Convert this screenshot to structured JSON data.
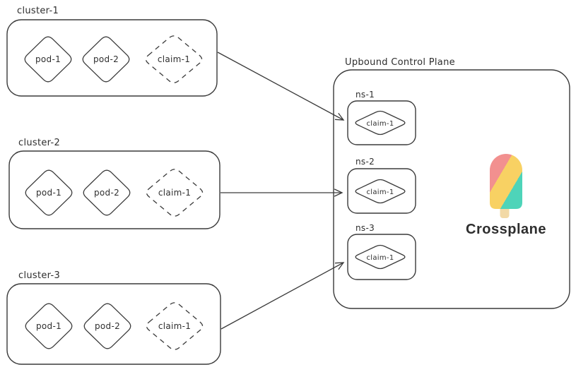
{
  "clusters": [
    {
      "label": "cluster-1",
      "pod1": "pod-1",
      "pod2": "pod-2",
      "claim": "claim-1"
    },
    {
      "label": "cluster-2",
      "pod1": "pod-1",
      "pod2": "pod-2",
      "claim": "claim-1"
    },
    {
      "label": "cluster-3",
      "pod1": "pod-1",
      "pod2": "pod-2",
      "claim": "claim-1"
    }
  ],
  "control_plane": {
    "label": "Upbound Control Plane",
    "namespaces": [
      {
        "label": "ns-1",
        "claim": "claim-1"
      },
      {
        "label": "ns-2",
        "claim": "claim-1"
      },
      {
        "label": "ns-3",
        "claim": "claim-1"
      }
    ]
  },
  "logo": {
    "label": "Crossplane",
    "colors": {
      "pink": "#F2908F",
      "yellow": "#F8D163",
      "teal": "#4ED4B9",
      "stick": "#F2D9A6",
      "text": "#29536F"
    }
  },
  "style": {
    "stroke": "#3a3a3a",
    "background": "#ffffff"
  }
}
